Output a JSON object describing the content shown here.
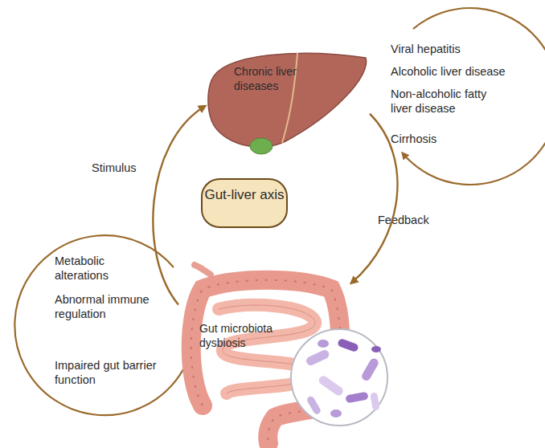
{
  "diagram": {
    "nodes": [
      {
        "text": [
          "Chronic liver diseases"
        ]
      },
      {
        "text": [
          "Gut-liver axis"
        ]
      },
      {
        "text": [
          "Gut microbiota dysbiosis"
        ]
      }
    ],
    "edges": [
      {
        "from": 2,
        "to": 0,
        "label": "Stimulus",
        "arrow": "to"
      },
      {
        "from": 0,
        "to": 2,
        "label": "Feedback",
        "arrow": "to"
      }
    ],
    "labels": [
      "Viral hepatitis",
      "Alcoholic liver disease",
      "Non-alcoholic fatty liver disease",
      "Cirrhosis",
      "Metabolic alterations",
      "Abnormal immune regulation",
      "Impaired gut barrier function"
    ]
  }
}
